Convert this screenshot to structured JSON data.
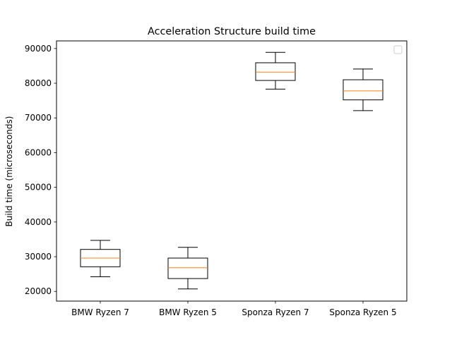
{
  "chart_data": {
    "type": "box",
    "title": "Acceleration Structure build time",
    "xlabel": "",
    "ylabel": "Build time (microseconds)",
    "ylim": [
      17200,
      92200
    ],
    "yticks": [
      20000,
      30000,
      40000,
      50000,
      60000,
      70000,
      80000,
      90000
    ],
    "ytick_labels": [
      "20000",
      "30000",
      "40000",
      "50000",
      "60000",
      "70000",
      "80000",
      "90000"
    ],
    "categories": [
      "BMW Ryzen 7",
      "BMW Ryzen 5",
      "Sponza Ryzen 7",
      "Sponza Ryzen 5"
    ],
    "boxes": [
      {
        "whisker_low": 24200,
        "q1": 27100,
        "median": 29600,
        "q3": 32100,
        "whisker_high": 34700
      },
      {
        "whisker_low": 20700,
        "q1": 23700,
        "median": 26800,
        "q3": 29600,
        "whisker_high": 32700
      },
      {
        "whisker_low": 78300,
        "q1": 80800,
        "median": 83200,
        "q3": 85900,
        "whisker_high": 88900
      },
      {
        "whisker_low": 72100,
        "q1": 75200,
        "median": 77800,
        "q3": 81000,
        "whisker_high": 84100
      }
    ],
    "legend": {
      "placement": "top-right",
      "entries": []
    },
    "grid": false,
    "colors": {
      "box": "#000000",
      "median": "#ff7f0e",
      "axes": "#000000"
    }
  }
}
